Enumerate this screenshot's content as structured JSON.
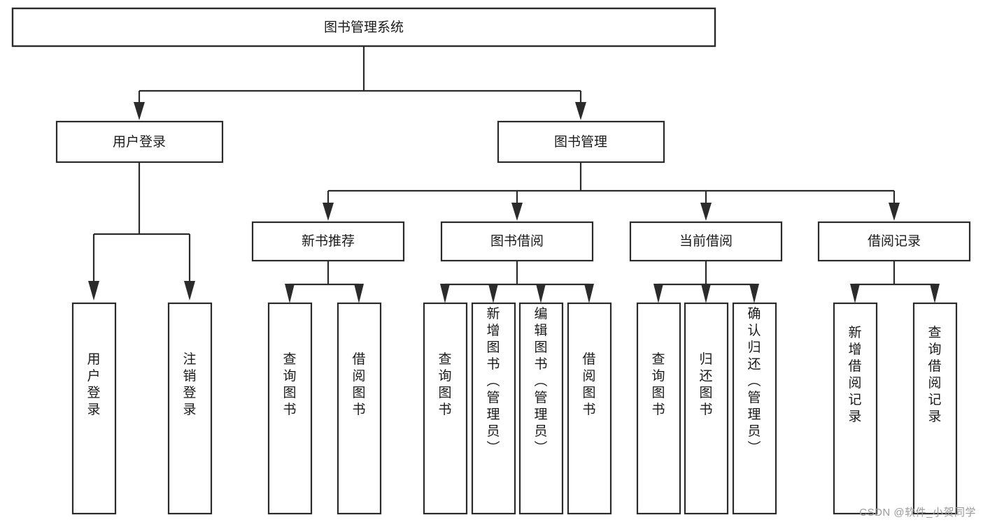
{
  "diagram": {
    "type": "tree",
    "title": "图书管理系统",
    "orientation": "top-down",
    "background_color": "#ffffff",
    "line_color": "#2b2b2b",
    "text_color": "#1a1a1a",
    "root": {
      "id": "root",
      "label": "图书管理系统"
    },
    "level2": [
      {
        "id": "user-login",
        "label": "用户登录"
      },
      {
        "id": "book-manage",
        "label": "图书管理"
      }
    ],
    "level3": [
      {
        "id": "new-book-recommend",
        "label": "新书推荐",
        "parent": "book-manage"
      },
      {
        "id": "book-borrow",
        "label": "图书借阅",
        "parent": "book-manage"
      },
      {
        "id": "current-borrow",
        "label": "当前借阅",
        "parent": "book-manage"
      },
      {
        "id": "borrow-record",
        "label": "借阅记录",
        "parent": "book-manage"
      }
    ],
    "leaves": {
      "user-login": [
        {
          "id": "leaf-user-login",
          "label": "用户登录"
        },
        {
          "id": "leaf-user-logout",
          "label": "注销登录"
        }
      ],
      "new-book-recommend": [
        {
          "id": "leaf-query-book-1",
          "label": "查询图书"
        },
        {
          "id": "leaf-borrow-book-1",
          "label": "借阅图书"
        }
      ],
      "book-borrow": [
        {
          "id": "leaf-query-book-2",
          "label": "查询图书"
        },
        {
          "id": "leaf-add-book",
          "label": "新增图书（管理员）"
        },
        {
          "id": "leaf-edit-book",
          "label": "编辑图书（管理员）"
        },
        {
          "id": "leaf-borrow-book-2",
          "label": "借阅图书"
        }
      ],
      "current-borrow": [
        {
          "id": "leaf-query-book-3",
          "label": "查询图书"
        },
        {
          "id": "leaf-return-book",
          "label": "归还图书"
        },
        {
          "id": "leaf-confirm-return",
          "label": "确认归还（管理员）"
        }
      ],
      "borrow-record": [
        {
          "id": "leaf-add-record",
          "label": "新增借阅记录"
        },
        {
          "id": "leaf-query-record",
          "label": "查询借阅记录"
        }
      ]
    }
  },
  "watermark": {
    "text": "CSDN @软件_小贺同学"
  }
}
